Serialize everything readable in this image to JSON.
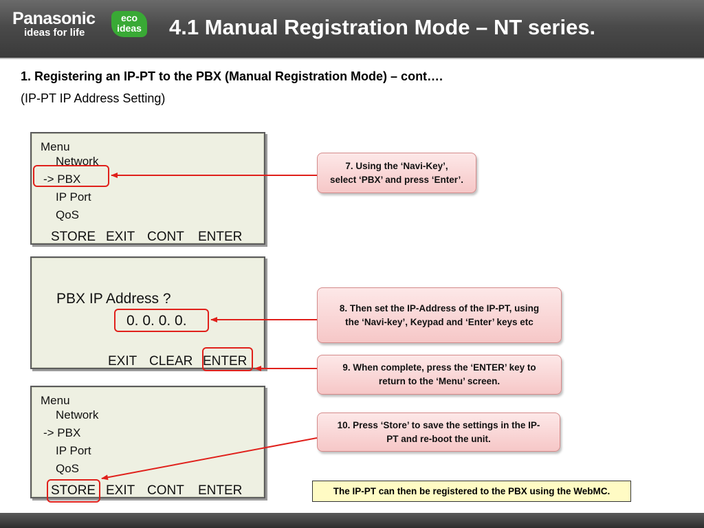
{
  "header": {
    "brand_name": "Panasonic",
    "brand_tagline": "ideas for life",
    "eco_line1": "eco",
    "eco_line2": "ideas",
    "title": "4.1 Manual Registration Mode – NT series.",
    "background": "#4a4a4a",
    "eco_color": "#39a935"
  },
  "subtitle": {
    "line1": "1. Registering an IP-PT to the PBX (Manual Registration Mode) – cont….",
    "line2": "(IP-PT IP Address Setting)"
  },
  "screen1": {
    "menu": "Menu",
    "items": [
      "Network",
      "-> PBX",
      "IP Port",
      "QoS"
    ],
    "softkeys": [
      "STORE",
      "EXIT",
      "CONT",
      "ENTER"
    ]
  },
  "screen2": {
    "prompt": "PBX IP Address ?",
    "value": "0.  0.  0.  0.",
    "softkeys": [
      "EXIT",
      "CLEAR",
      "ENTER"
    ]
  },
  "screen3": {
    "menu": "Menu",
    "items": [
      "Network",
      "-> PBX",
      "IP Port",
      "QoS"
    ],
    "softkeys": [
      "STORE",
      "EXIT",
      "CONT",
      "ENTER"
    ]
  },
  "callouts": {
    "step7_line1": "7. Using the ‘Navi-Key’,",
    "step7_line2": "select ‘PBX’ and press ‘Enter’.",
    "step8_line1": "8. Then set the IP-Address of the IP-PT, using",
    "step8_line2": "the ‘Navi-key’, Keypad and ‘Enter’ keys etc",
    "step9_line1": "9. When complete, press the ‘ENTER’ key to",
    "step9_line2": "return to the ‘Menu’ screen.",
    "step10_line1": "10. Press ‘Store’ to save the settings in the IP-",
    "step10_line2": "PT and re-boot the unit."
  },
  "note": "The IP-PT can then be registered to the PBX using the WebMC.",
  "colors": {
    "highlight": "#e0201b",
    "lcd_background": "#eef0e2",
    "callout": "#f6c7c7",
    "note": "#fffbc4"
  }
}
